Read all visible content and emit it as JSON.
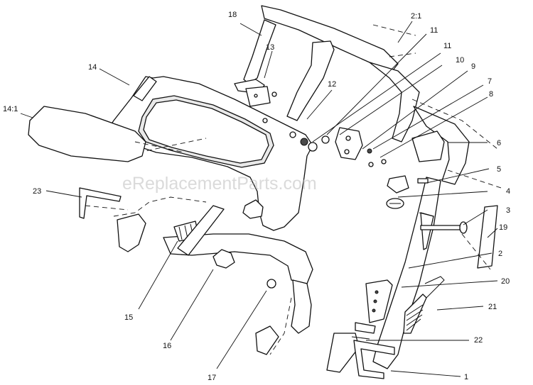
{
  "watermark": "eReplacementParts.com",
  "callouts": {
    "c18": "18",
    "c21top": "2:1",
    "c11a": "11",
    "c11b": "11",
    "c10": "10",
    "c9": "9",
    "c7": "7",
    "c8": "8",
    "c13": "13",
    "c14": "14",
    "c12": "12",
    "c141": "14:1",
    "c6": "6",
    "c5": "5",
    "c4": "4",
    "c3": "3",
    "c19": "19",
    "c23": "23",
    "c2": "2",
    "c20": "20",
    "c21": "21",
    "c22": "22",
    "c15": "15",
    "c16": "16",
    "c17": "17",
    "c1": "1"
  }
}
